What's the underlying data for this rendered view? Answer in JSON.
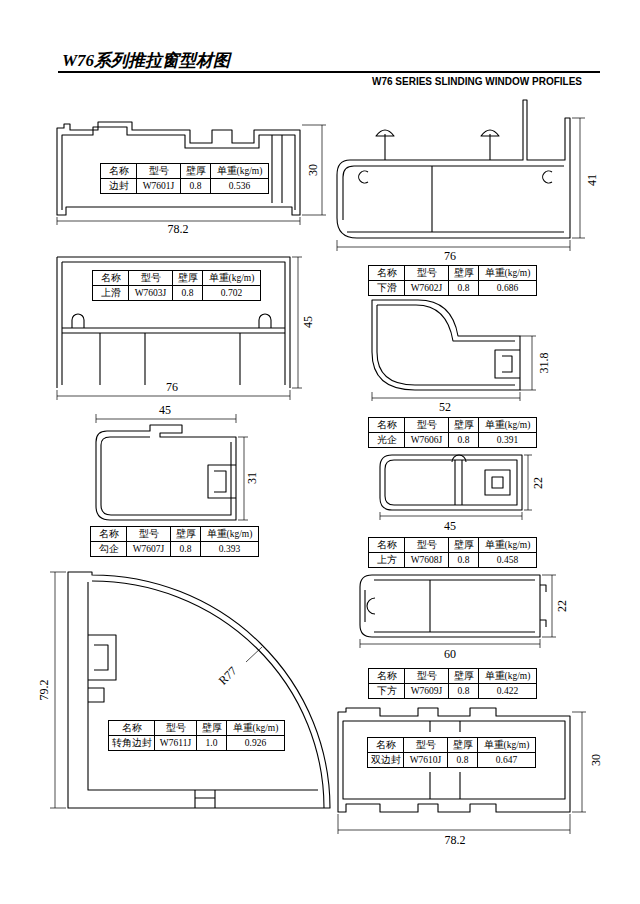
{
  "diagram": {
    "title": "W76系列推拉窗型材图",
    "labels": [
      "30",
      "78.2",
      "名称",
      "型号",
      "壁厚",
      "单重(kg/m)",
      "边封",
      "W7601J",
      "0.8",
      "0.536",
      "41",
      "76",
      "名称",
      "型号",
      "壁厚",
      "单重(kg/m)",
      "下滑",
      "W7602J",
      "0.8",
      "0.686",
      "45",
      "76",
      "名称",
      "型号",
      "壁厚",
      "单重(kg/m)",
      "上滑",
      "W7603J",
      "0.8",
      "0.702",
      "31.8",
      "52",
      "名称",
      "型号",
      "壁厚",
      "单重(kg/m)",
      "光企",
      "W7606J",
      "0.8",
      "0.391",
      "45",
      "31",
      "名称",
      "型号",
      "壁厚",
      "单重(kg/m)",
      "勾企",
      "W7607J",
      "0.8",
      "0.393",
      "22",
      "45",
      "名称",
      "型号",
      "壁厚",
      "单重(kg/m)",
      "上方",
      "W7608J",
      "0.8",
      "0.458",
      "79.2",
      "R77",
      "名称",
      "型号",
      "壁厚",
      "单重(kg/m)",
      "转角边封",
      "W7611J",
      "1.0",
      "0.926",
      "22",
      "60",
      "名称",
      "型号",
      "壁厚",
      "单重(kg/m)",
      "下方",
      "W7609J",
      "0.8",
      "0.422",
      "30",
      "78.2",
      "名称",
      "型号",
      "壁厚",
      "单重(kg/m)",
      "双边封",
      "W7610J",
      "0.8",
      "0.647",
      "W76 SERIES SLINDING WINDOW PROFILES"
    ]
  }
}
